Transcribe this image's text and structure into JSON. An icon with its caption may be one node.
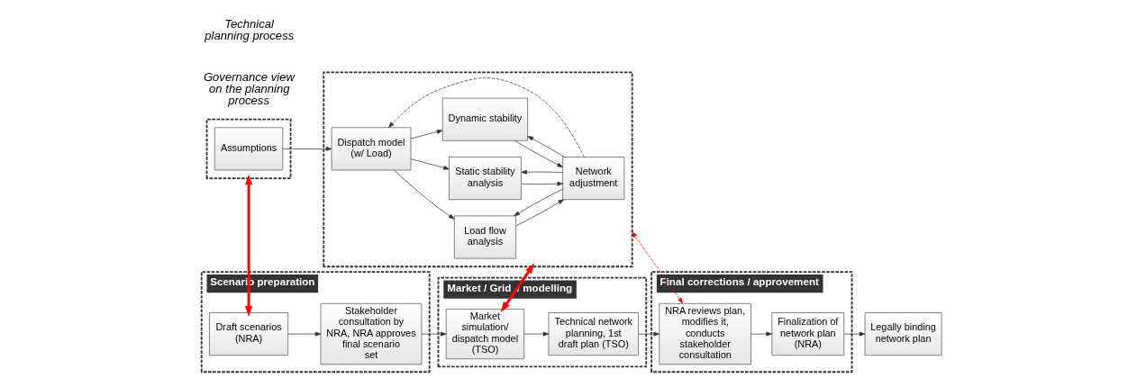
{
  "diagram": {
    "nodes": [
      {
        "text": [],
        "shape": "box"
      },
      {
        "text": [
          "Assumptions"
        ],
        "in": 0
      },
      {
        "text": [],
        "shape": "box"
      },
      {
        "text": [
          "Dispatch model (w/ Load)"
        ],
        "in": 2
      },
      {
        "text": [
          "Load flow analysis"
        ],
        "in": 2
      },
      {
        "text": [
          "Static stability analysis"
        ],
        "in": 2
      },
      {
        "text": [
          "Dynamic stability"
        ],
        "in": 2
      },
      {
        "text": [
          "Network adjustment"
        ],
        "in": 2
      },
      {
        "text": [
          "Scenario preparation"
        ]
      },
      {
        "text": [
          "Draft scenarios (NRA)"
        ],
        "in": 8
      },
      {
        "text": [
          "Stakeholder consultation by NRA, NRA approves final scenario set"
        ],
        "in": 8
      },
      {
        "text": [
          "Market / Grid  / modelling"
        ]
      },
      {
        "text": [
          "Market simulation/ dispatch model (TSO)"
        ],
        "in": 11
      },
      {
        "text": [
          "Technical network planning, 1st draft plan (TSO)"
        ],
        "in": 11
      },
      {
        "text": [
          "Final corrections / approvement"
        ]
      },
      {
        "text": [
          "NRA reviews plan, modifies it, conducts stakeholder consultation"
        ],
        "in": 14
      },
      {
        "text": [
          "Finalization of network plan (NRA)"
        ],
        "in": 14
      },
      {
        "text": [
          "Legally binding network plan"
        ]
      }
    ],
    "edges": [
      {
        "from": 1,
        "to": 3,
        "arrow": "to"
      },
      {
        "from": 3,
        "to": 4,
        "arrow": "to"
      },
      {
        "from": 3,
        "to": 5,
        "arrow": "to"
      },
      {
        "from": 3,
        "to": 6,
        "arrow": "to"
      },
      {
        "from": 7,
        "to": 4,
        "arrow": "to"
      },
      {
        "from": 4,
        "to": 7,
        "arrow": "to"
      },
      {
        "from": 7,
        "to": 5,
        "arrow": "to"
      },
      {
        "from": 5,
        "to": 7,
        "arrow": "to"
      },
      {
        "from": 7,
        "to": 6,
        "arrow": "to"
      },
      {
        "from": 6,
        "to": 7,
        "arrow": "to"
      },
      {
        "from": 7,
        "to": 3,
        "arrow": "to",
        "style": "dashed"
      },
      {
        "from": 0,
        "to": 9,
        "arrow": "both",
        "style": "thick",
        "color": "#ff0000"
      },
      {
        "from": 2,
        "to": 12,
        "arrow": "both",
        "style": "thick",
        "color": "#ff0000"
      },
      {
        "from": 2,
        "to": 15,
        "arrow": "both",
        "style": "dashed",
        "color": "#ff0000"
      },
      {
        "from": 9,
        "to": 10,
        "arrow": "to"
      },
      {
        "from": 10,
        "to": 12,
        "arrow": "to"
      },
      {
        "from": 12,
        "to": 13,
        "arrow": "to"
      },
      {
        "from": 13,
        "to": 15,
        "arrow": "to"
      },
      {
        "from": 15,
        "to": 16,
        "arrow": "to"
      },
      {
        "from": 16,
        "to": 17,
        "arrow": "to"
      }
    ],
    "labels": [
      "Technical planning process",
      "Governance view on the planning process"
    ]
  }
}
